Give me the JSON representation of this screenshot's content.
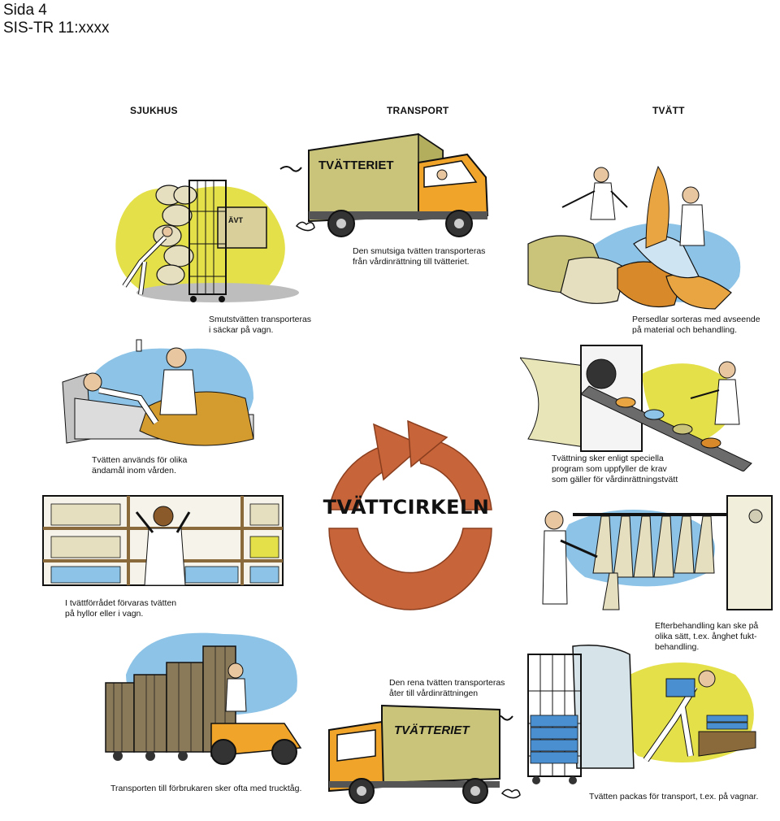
{
  "header": {
    "line1": "Sida 4",
    "line2": "SIS-TR 11:xxxx"
  },
  "columns": [
    "SJUKHUS",
    "TRANSPORT",
    "TVÄTT"
  ],
  "center_title": "TVÄTTCIRKELN",
  "truck_label": "TVÄTTERIET",
  "truck_sign": "ÄVT",
  "captions": {
    "transport_dirty": "Den smutsiga tvätten transporteras\nfrån vårdinrättning till tvätteriet.",
    "smutstvatten": "Smutstvätten transporteras\ni säckar på vagn.",
    "sortering": "Persedlar sorteras med avseende\npå material och behandling.",
    "anvandning": "Tvätten används för olika\nändamål inom vården.",
    "tvattning": "Tvättning sker enligt speciella\nprogram som uppfyller de krav\nsom gäller för vårdinrättningstvätt",
    "forrad": "I tvättförrådet förvaras tvätten\npå hyllor eller i vagn.",
    "efterbehandling": "Efterbehandling kan ske på\nolika sätt, t.ex. ånghet fukt-\nbehandling.",
    "transport_clean": "Den rena tvätten transporteras\nåter till vårdinrättningen",
    "trucktag": "Transporten till förbrukaren sker ofta med trucktåg.",
    "packning": "Tvätten packas för transport, t.ex. på vagnar."
  },
  "colors": {
    "arrow": "#c8643a",
    "truck_cab": "#f0a52a",
    "truck_box": "#c9c47a",
    "accent_yellow": "#e3e04a",
    "accent_blue": "#8cc3e6"
  }
}
